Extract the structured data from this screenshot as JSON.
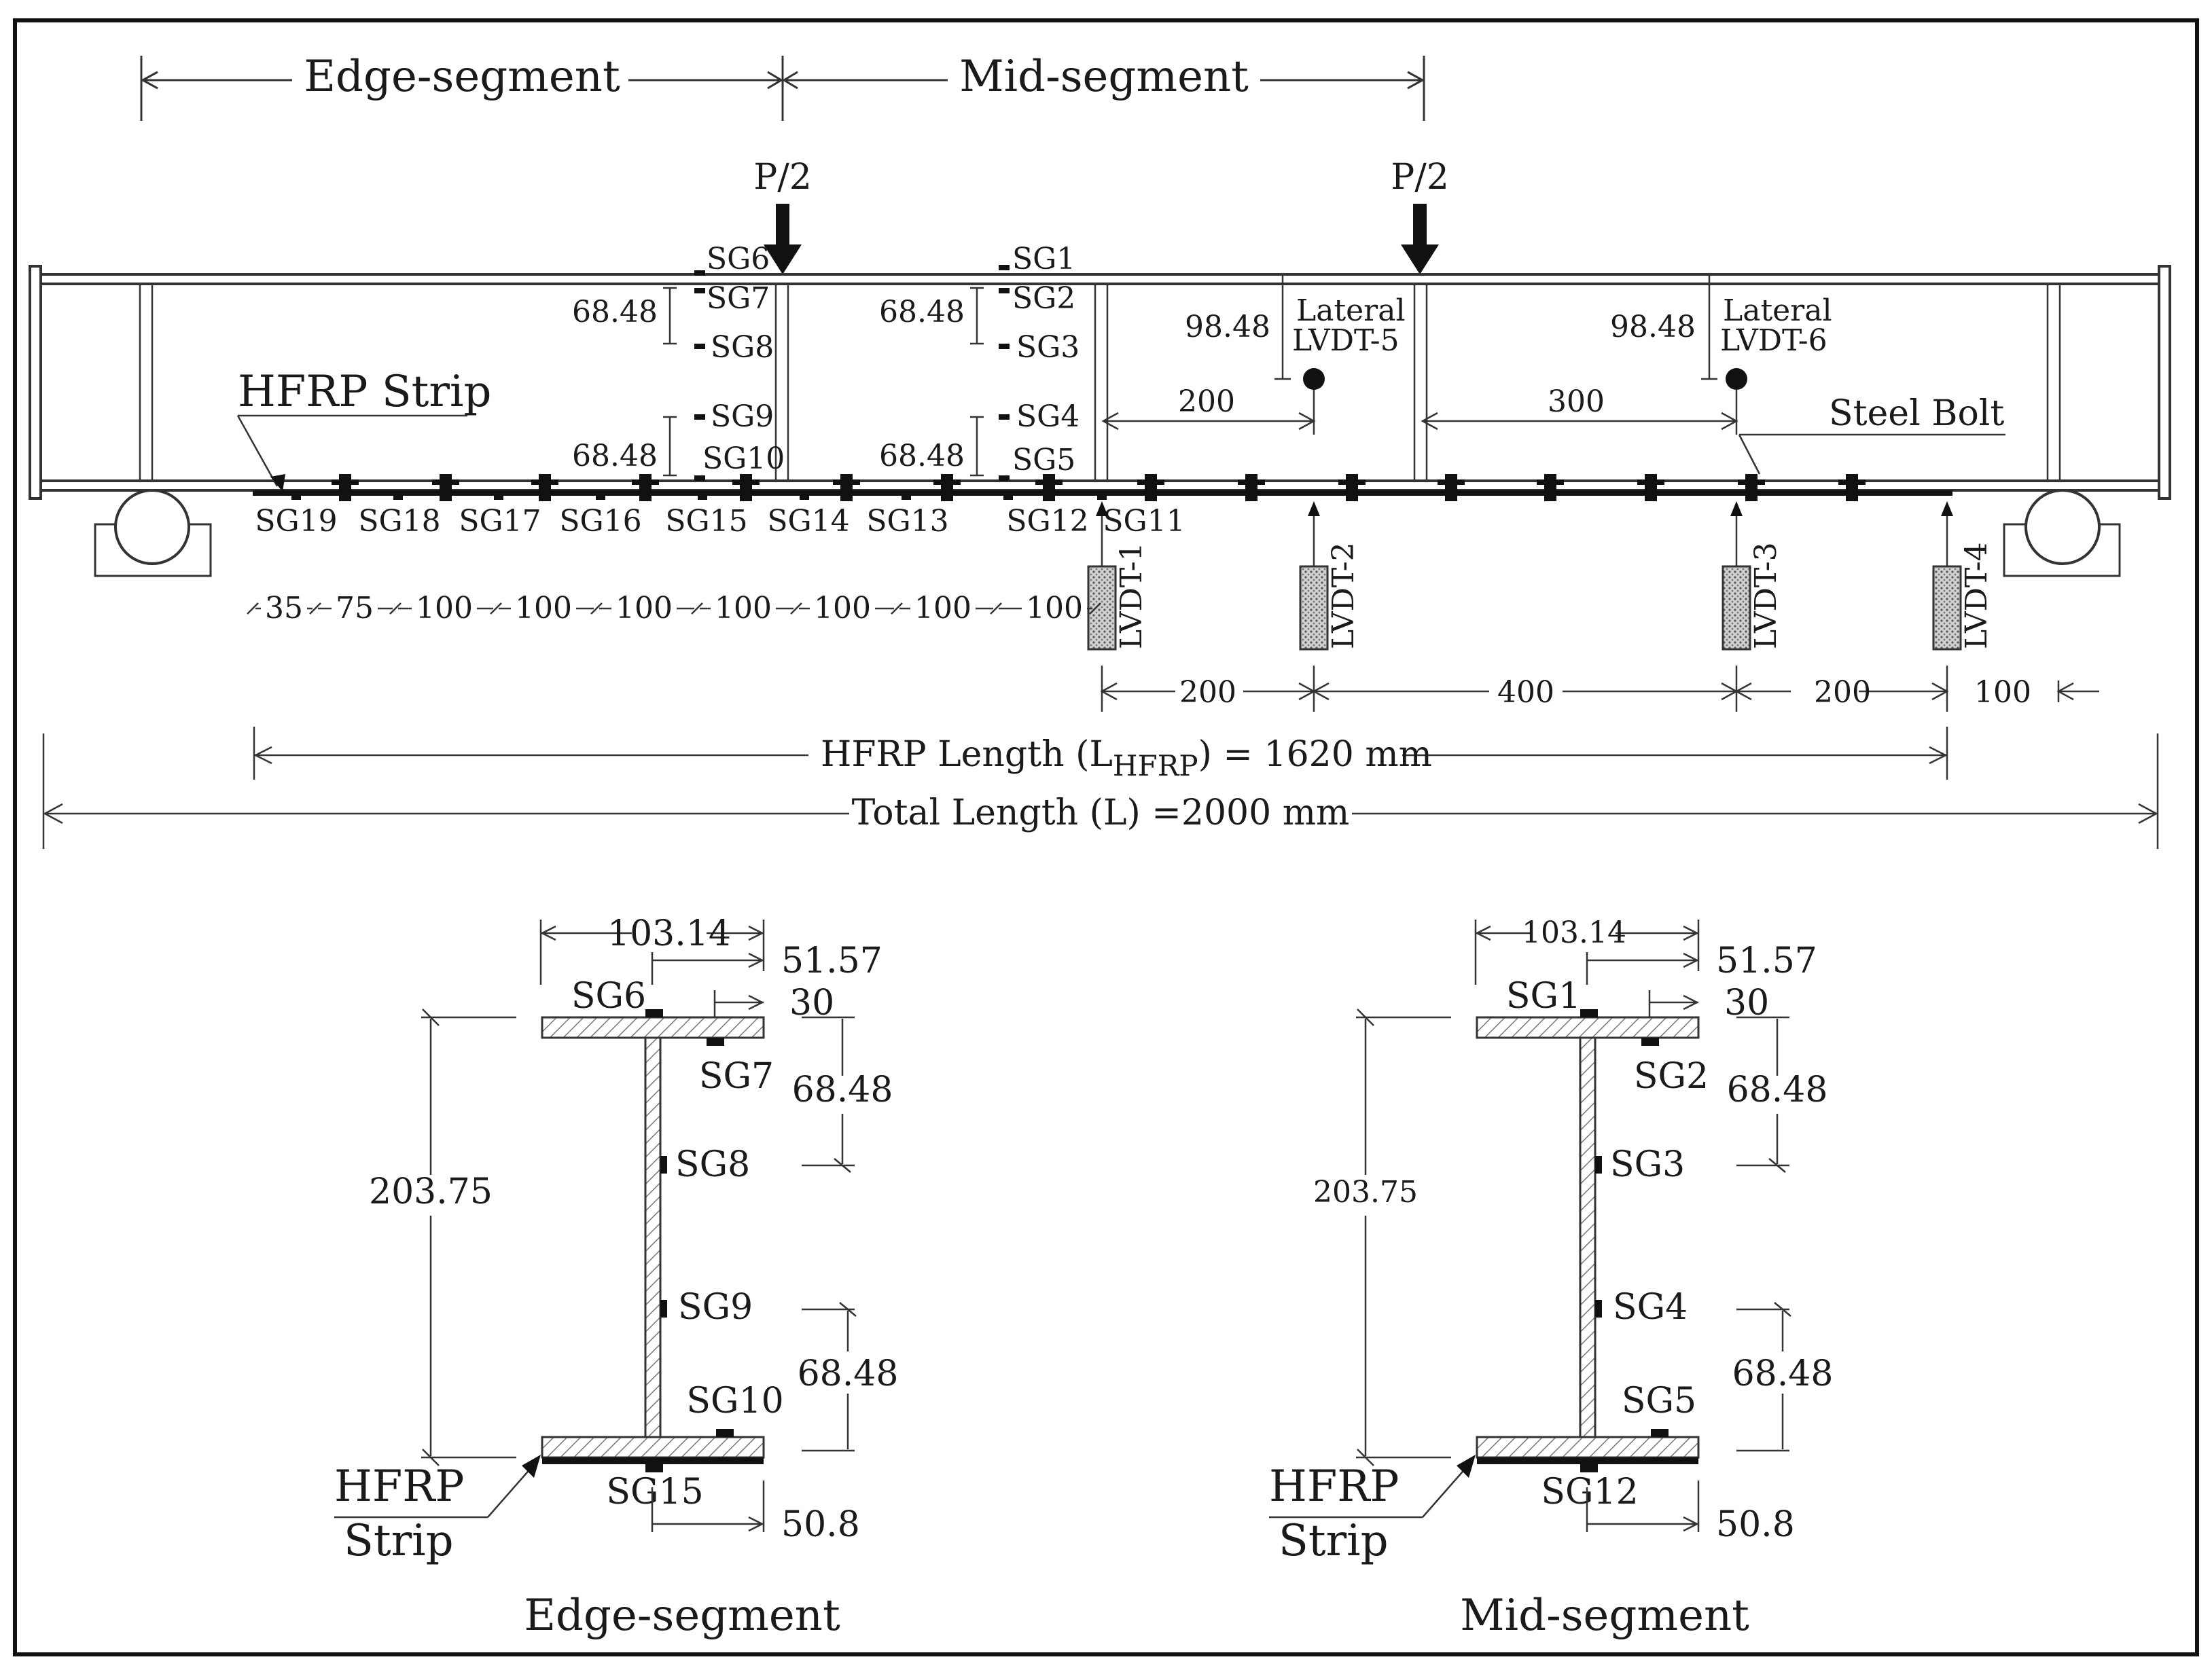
{
  "top": {
    "edge_segment": "Edge-segment",
    "mid_segment": "Mid-segment",
    "load_left": "P/2",
    "load_right": "P/2",
    "hfrp_strip": "HFRP Strip",
    "steel_bolt": "Steel Bolt",
    "sg_upper_left": [
      "SG6",
      "SG7",
      "SG8",
      "SG9",
      "SG10"
    ],
    "sg_upper_mid": [
      "SG1",
      "SG2",
      "SG3",
      "SG4",
      "SG5"
    ],
    "sg_bottom": [
      "SG19",
      "SG18",
      "SG17",
      "SG16",
      "SG15",
      "SG14",
      "SG13",
      "SG12",
      "SG11"
    ],
    "dim_6848": "68.48",
    "dim_9848": "98.48",
    "lateral": "Lateral",
    "lvdt5": "LVDT-5",
    "lvdt6": "LVDT-6",
    "dim_200": "200",
    "dim_300": "300",
    "spacing": [
      "35",
      "75",
      "100",
      "100",
      "100",
      "100",
      "100",
      "100",
      "100"
    ],
    "lvdts": [
      "LVDT-1",
      "LVDT-2",
      "LVDT-3",
      "LVDT-4"
    ],
    "lvdt_spacing": [
      "200",
      "400",
      "200",
      "100"
    ],
    "hfrp_length_pre": "HFRP Length (L",
    "hfrp_length_sub": "HFRP",
    "hfrp_length_post": ") = 1620 mm",
    "total_length": "Total Length (L) =2000 mm"
  },
  "sections": [
    {
      "caption": "Edge-segment",
      "width": "103.14",
      "half_width": "51.57",
      "offset": "30",
      "height": "203.75",
      "spacing_top": "68.48",
      "spacing_bottom": "68.48",
      "bottom_dim": "50.8",
      "gauges": [
        "SG6",
        "SG7",
        "SG8",
        "SG9",
        "SG10",
        "SG15"
      ],
      "hfrp": "HFRP",
      "strip": "Strip"
    },
    {
      "caption": "Mid-segment",
      "width": "103.14",
      "half_width": "51.57",
      "offset": "30",
      "height": "203.75",
      "spacing_top": "68.48",
      "spacing_bottom": "68.48",
      "bottom_dim": "50.8",
      "gauges": [
        "SG1",
        "SG2",
        "SG3",
        "SG4",
        "SG5",
        "SG12"
      ],
      "hfrp": "HFRP",
      "strip": "Strip"
    }
  ]
}
